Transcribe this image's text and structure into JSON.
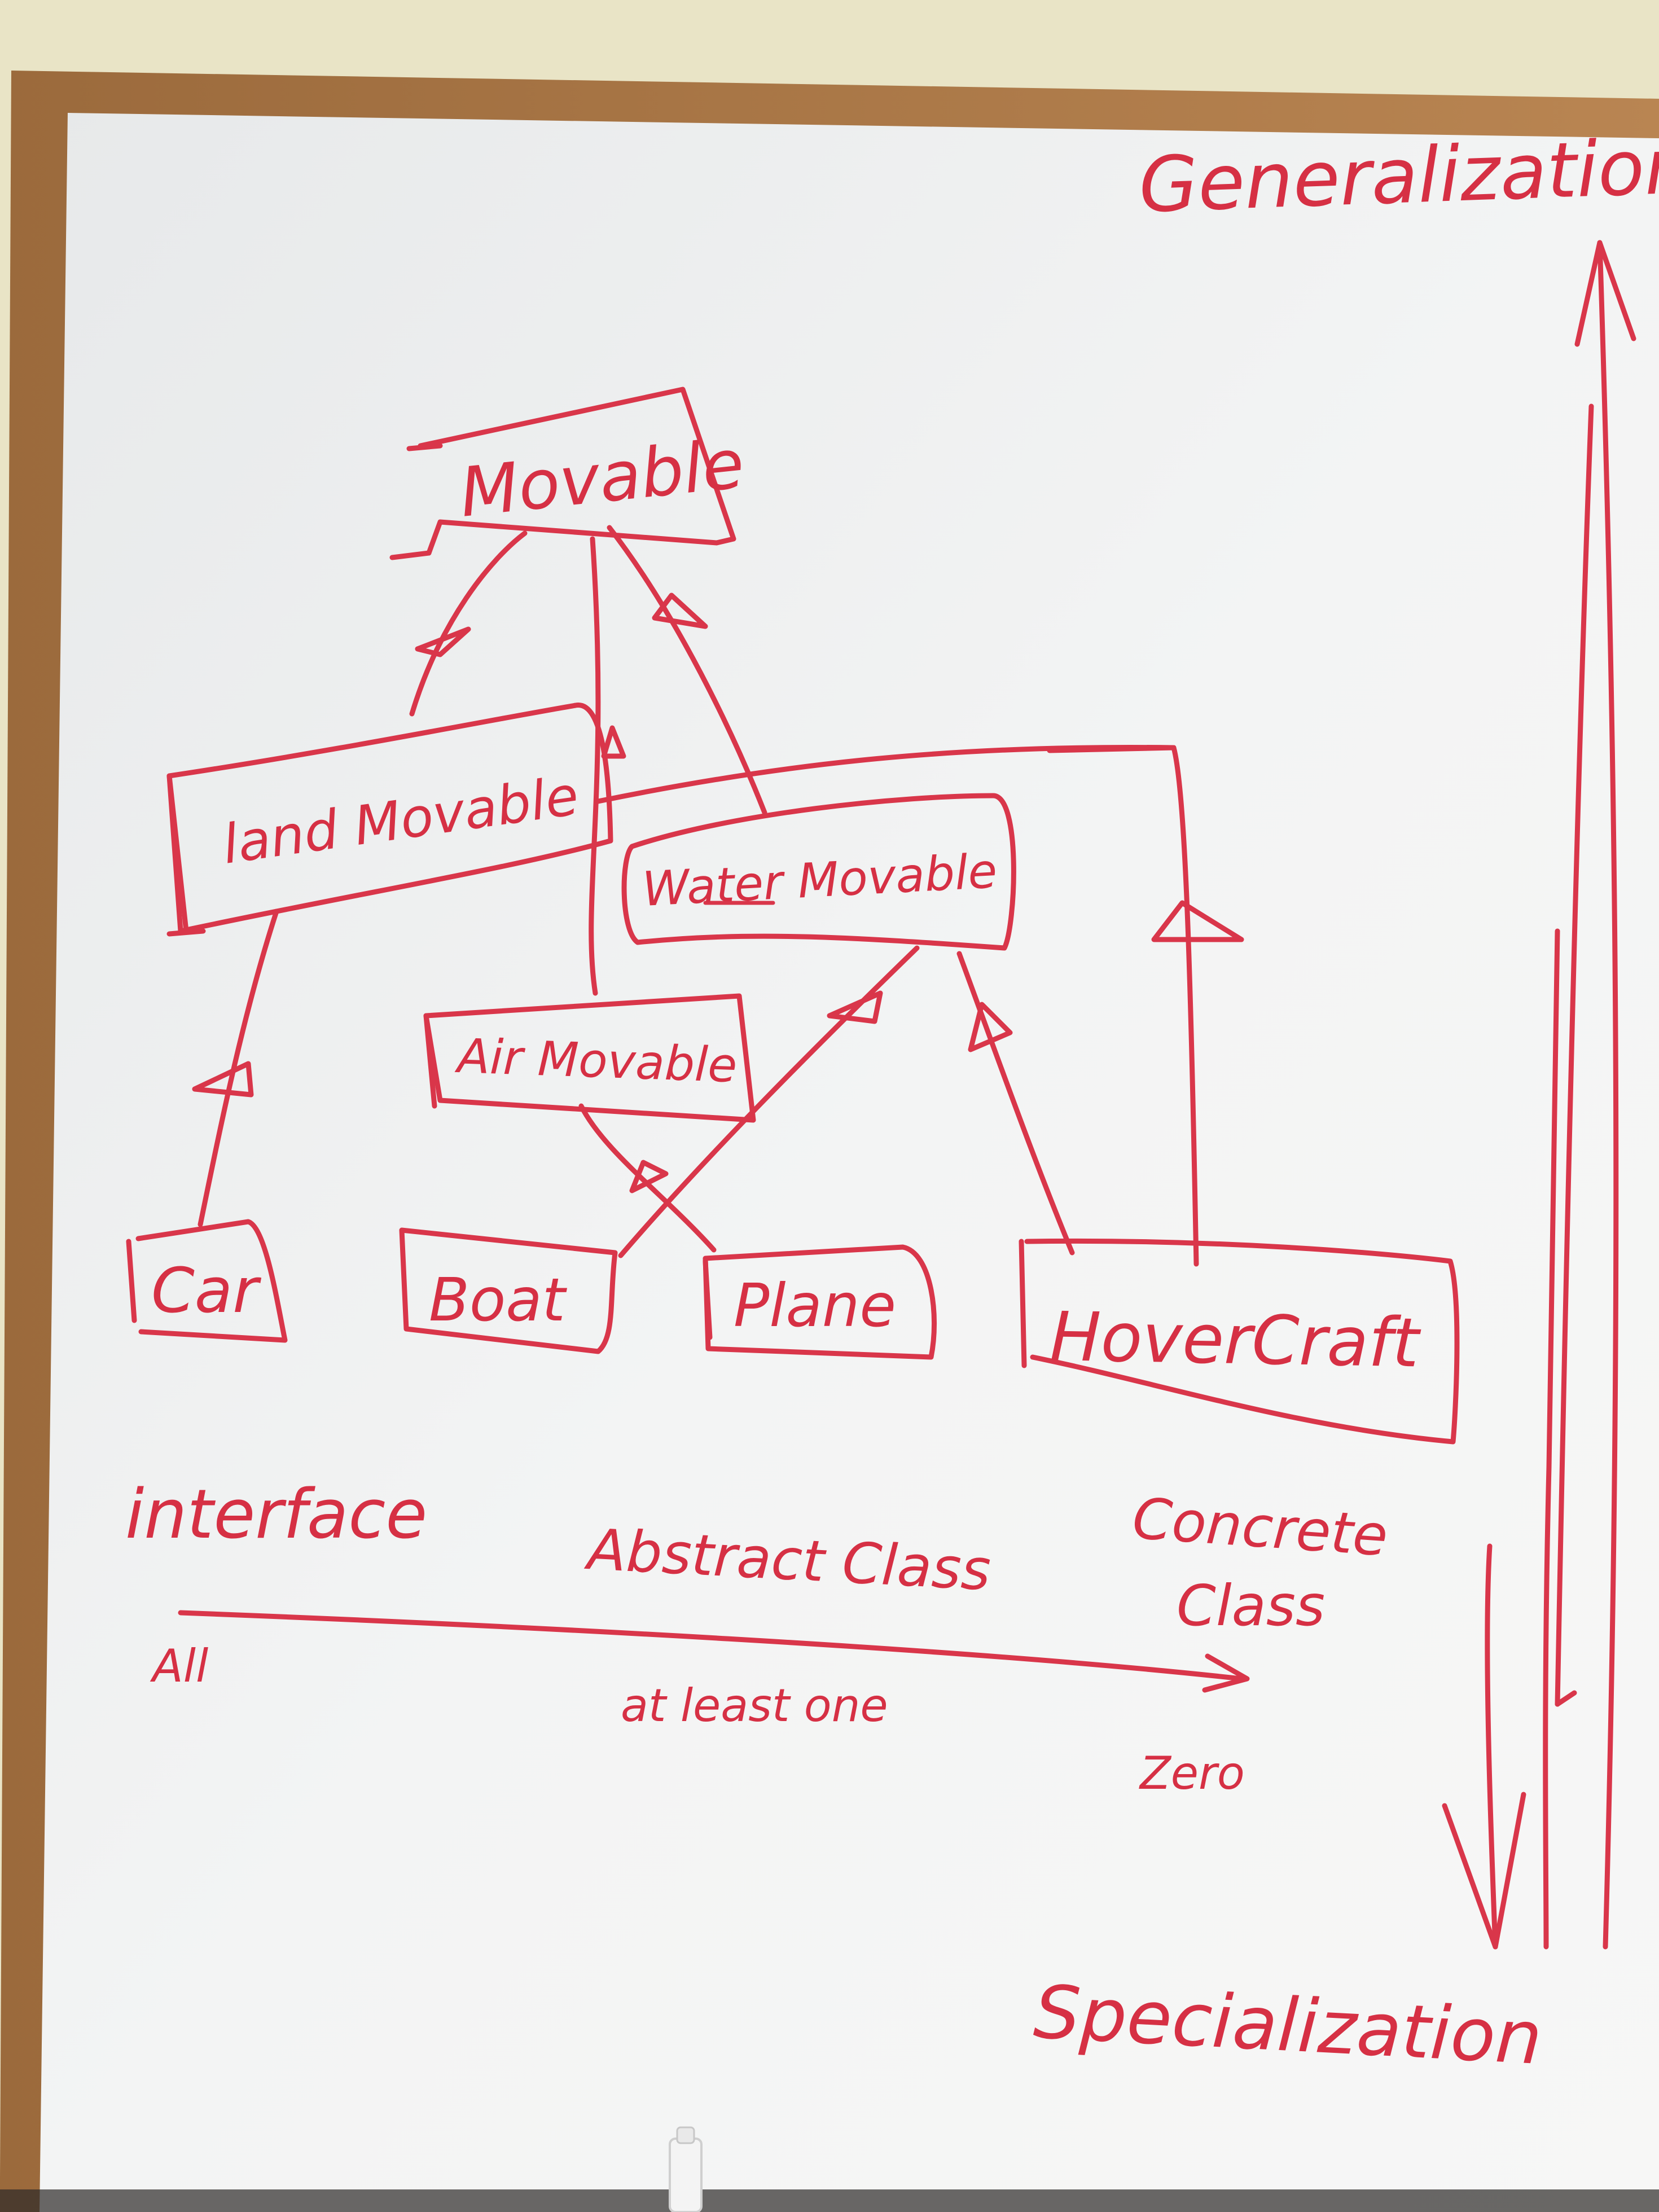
{
  "diagram": {
    "axis_top_label": "Generalization",
    "axis_bottom_label": "Specialization",
    "nodes": {
      "movable": "Movable",
      "land_movable": "land Movable",
      "water_movable": "Water Movable",
      "air_movable": "Air Movable",
      "car": "Car",
      "boat": "Boat",
      "plane": "Plane",
      "hovercraft": "HoverCraft"
    },
    "legend": {
      "interface": "interface",
      "abstract_class": "Abstract Class",
      "concrete_class_line1": "Concrete",
      "concrete_class_line2": "Class"
    },
    "scale": {
      "all": "All",
      "at_least_one": "at least one",
      "zero": "Zero"
    }
  },
  "colors": {
    "marker": "#d9364a",
    "board": "#f2f3f3",
    "frame": "#b07a45",
    "wall": "#e9e4c6"
  }
}
